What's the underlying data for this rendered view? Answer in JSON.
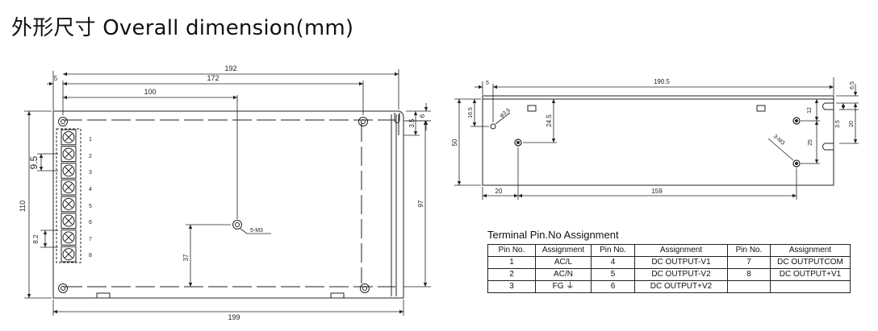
{
  "title": "外形尺寸 Overall dimension(mm)",
  "front_view": {
    "dims": {
      "overall_width": "192",
      "hole_spacing": "172",
      "center_hole": "100",
      "left_offset": "5",
      "right_offset": "6",
      "right_small": "3.5",
      "terminal_pitch": "9.5",
      "terminal_pitch_b": "8.2",
      "height": "110",
      "right_height": "97",
      "mount_height": "37",
      "screw": "5-M3",
      "base_width": "199"
    },
    "terminal_numbers": [
      "1",
      "2",
      "3",
      "4",
      "5",
      "6",
      "7",
      "8"
    ]
  },
  "side_view": {
    "dims": {
      "length": "190.5",
      "left_offset": "5",
      "top_right": "6.5",
      "height": "50",
      "hole_height": "16.5",
      "hole_offset": "24.5",
      "hole_dia": "φ3.5",
      "screw": "3-M3",
      "dim_12": "12",
      "dim_3_5": "3.5",
      "dim_20": "20",
      "dim_25": "25",
      "bottom_left": "20",
      "bottom_span": "159"
    }
  },
  "pin_table": {
    "title": "Terminal Pin.No Assignment",
    "headers": [
      "Pin No.",
      "Assignment",
      "Pin No.",
      "Assignment",
      "Pin No.",
      "Assignment"
    ],
    "rows": [
      [
        "1",
        "AC/L",
        "4",
        "DC OUTPUT-V1",
        "7",
        "DC OUTPUTCOM"
      ],
      [
        "2",
        "AC/N",
        "5",
        "DC OUTPUT-V2",
        "8",
        "DC OUTPUT+V1"
      ],
      [
        "3",
        "FG ⏚",
        "6",
        "DC OUTPUT+V2",
        "",
        ""
      ]
    ]
  }
}
